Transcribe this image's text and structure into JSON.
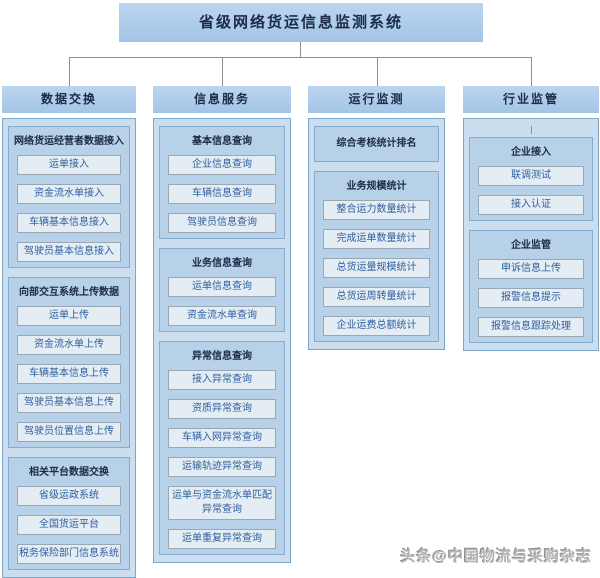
{
  "title": "省级网络货运信息监测系统",
  "watermark": "头条@中国物流与采购杂志",
  "colors": {
    "header_fill": "#a8c8e7",
    "container_fill": "#cbdeef",
    "group_fill": "#b7d1e9",
    "leaf_fill": "#e4ecf4",
    "blue_border": "#7da6cb",
    "leaf_border": "#99a6b3",
    "heading_text": "#1b2b49",
    "leaf_text": "#2e5f9e",
    "connector": "#8f8f8f"
  },
  "columns": [
    {
      "header": "数据交换",
      "groups": [
        {
          "heading": "网络货运经营者数据接入",
          "items": [
            "运单接入",
            "资金流水单接入",
            "车辆基本信息接入",
            "驾驶员基本信息接入"
          ]
        },
        {
          "heading": "向部交互系统上传数据",
          "items": [
            "运单上传",
            "资金流水单上传",
            "车辆基本信息上传",
            "驾驶员基本信息上传",
            "驾驶员位置信息上传"
          ]
        },
        {
          "heading": "相关平台数据交换",
          "items": [
            "省级运政系统",
            "全国货运平台",
            "税务保险部门信息系统"
          ]
        }
      ]
    },
    {
      "header": "信息服务",
      "groups": [
        {
          "heading": "基本信息查询",
          "items": [
            "企业信息查询",
            "车辆信息查询",
            "驾驶员信息查询"
          ]
        },
        {
          "heading": "业务信息查询",
          "items": [
            "运单信息查询",
            "资金流水单查询"
          ]
        },
        {
          "heading": "异常信息查询",
          "items": [
            "接入异常查询",
            "资质异常查询",
            "车辆入网异常查询",
            "运输轨迹异常查询",
            "运单与资金流水单匹配异常查询",
            "运单重复异常查询"
          ]
        }
      ]
    },
    {
      "header": "运行监测",
      "groups": [
        {
          "heading": "综合考核统计排名",
          "items": []
        },
        {
          "heading": "业务规模统计",
          "items": [
            "整合运力数量统计",
            "完成运单数量统计",
            "总货运量规模统计",
            "总货运周转量统计",
            "企业运费总额统计"
          ]
        }
      ]
    },
    {
      "header": "行业监管",
      "connector_stub": true,
      "groups": [
        {
          "heading": "企业接入",
          "items": [
            "联调测试",
            "接入认证"
          ]
        },
        {
          "heading": "企业监管",
          "items": [
            "申诉信息上传",
            "报警信息提示",
            "报警信息跟踪处理"
          ]
        }
      ]
    }
  ]
}
